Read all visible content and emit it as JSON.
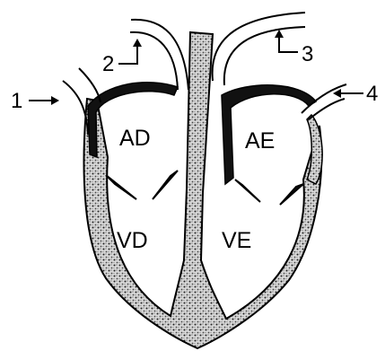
{
  "diagram": {
    "chambers": {
      "right_atrium": "AD",
      "left_atrium": "AE",
      "right_ventricle": "VD",
      "left_ventricle": "VE"
    },
    "callouts": {
      "one": "1",
      "two": "2",
      "three": "3",
      "four": "4"
    }
  }
}
